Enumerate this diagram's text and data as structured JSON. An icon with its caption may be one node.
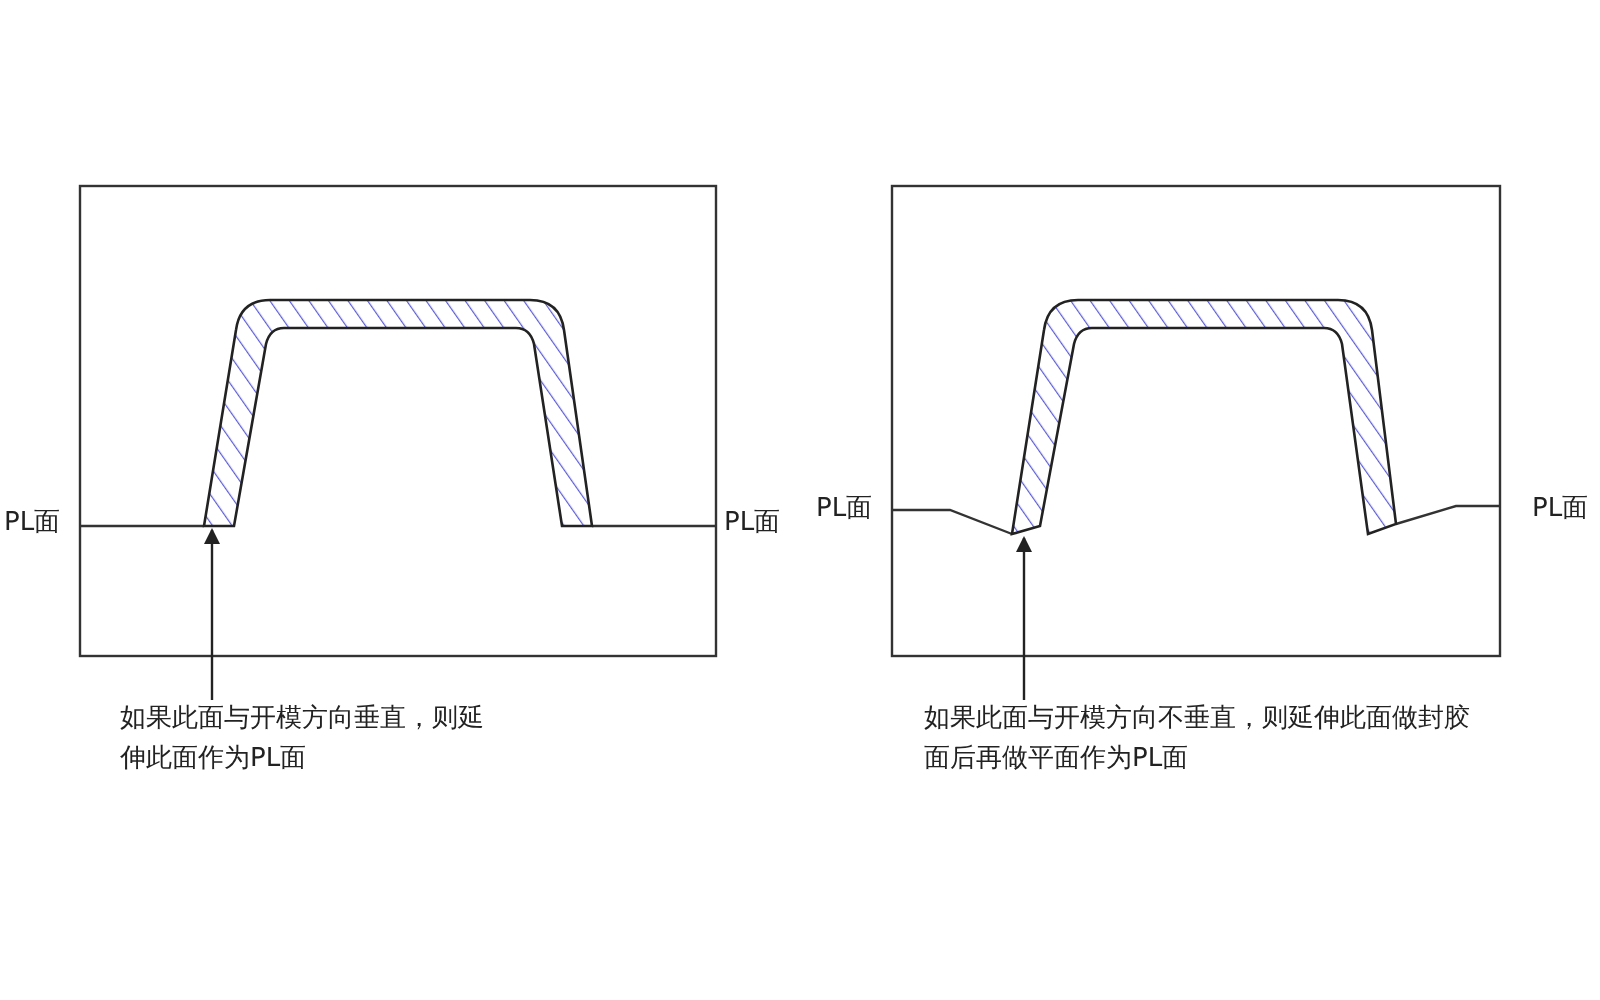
{
  "diagram": {
    "nodes": [
      {
        "text": [
          "如果此面与开模方向垂直，则延伸此面作为PL面"
        ]
      },
      {
        "text": [],
        "shape": "picture"
      },
      {
        "text": [
          "如果此面与开模方向不垂直，则延伸此面做封胶面后再做平面作为PL面"
        ]
      },
      {
        "text": [],
        "shape": "picture"
      }
    ],
    "edges": [
      {
        "from": 0,
        "to": 1,
        "arrow": "to"
      },
      {
        "from": 2,
        "to": 3,
        "arrow": "to"
      }
    ],
    "labels": [
      "PL面",
      "PL面",
      "PL面",
      "PL面"
    ]
  }
}
